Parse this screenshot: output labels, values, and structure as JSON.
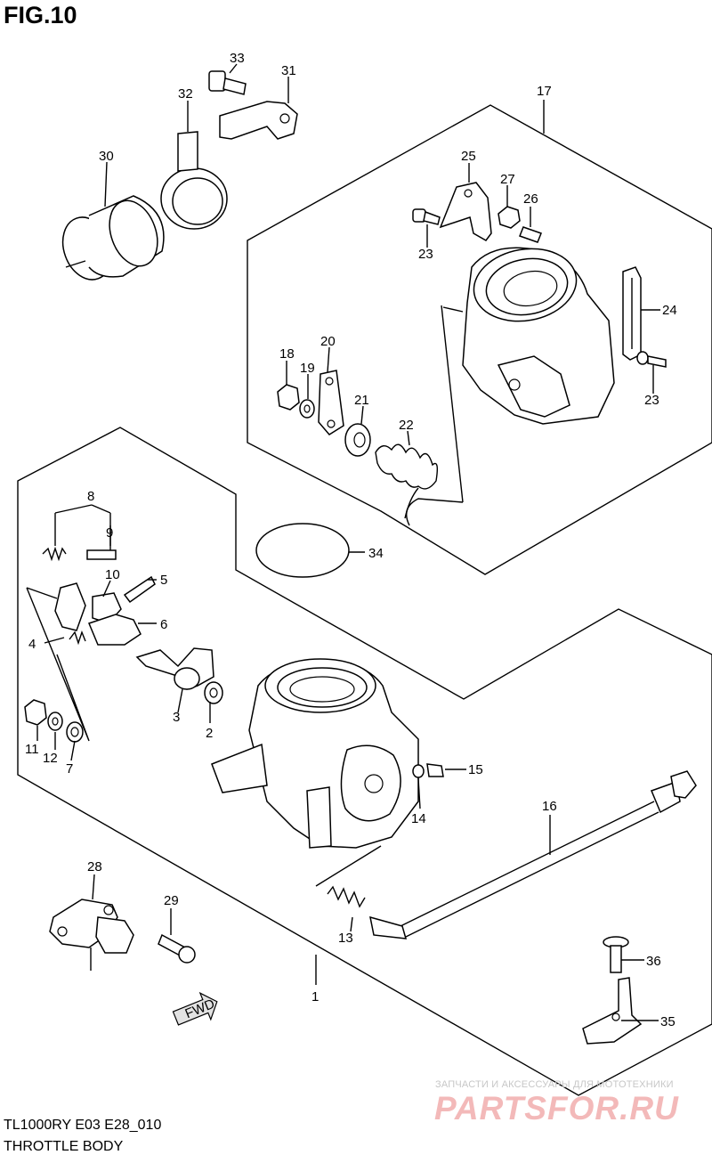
{
  "figure": {
    "title": "FIG.10",
    "model_code": "TL1000RY E03 E28_010",
    "caption": "THROTTLE BODY"
  },
  "callouts": [
    "1",
    "2",
    "3",
    "4",
    "5",
    "6",
    "7",
    "8",
    "9",
    "10",
    "11",
    "12",
    "13",
    "14",
    "15",
    "16",
    "17",
    "18",
    "19",
    "20",
    "21",
    "22",
    "23",
    "23",
    "24",
    "25",
    "26",
    "27",
    "28",
    "29",
    "30",
    "31",
    "32",
    "33",
    "34",
    "35",
    "36"
  ],
  "fwd_marker": "FWD",
  "watermark": {
    "tagline": "ЗАПЧАСТИ И АКСЕССУАРЫ ДЛЯ МОТОТЕХНИКИ",
    "brand": "PARTSFOR.RU",
    "color": "#f3b9b9"
  }
}
